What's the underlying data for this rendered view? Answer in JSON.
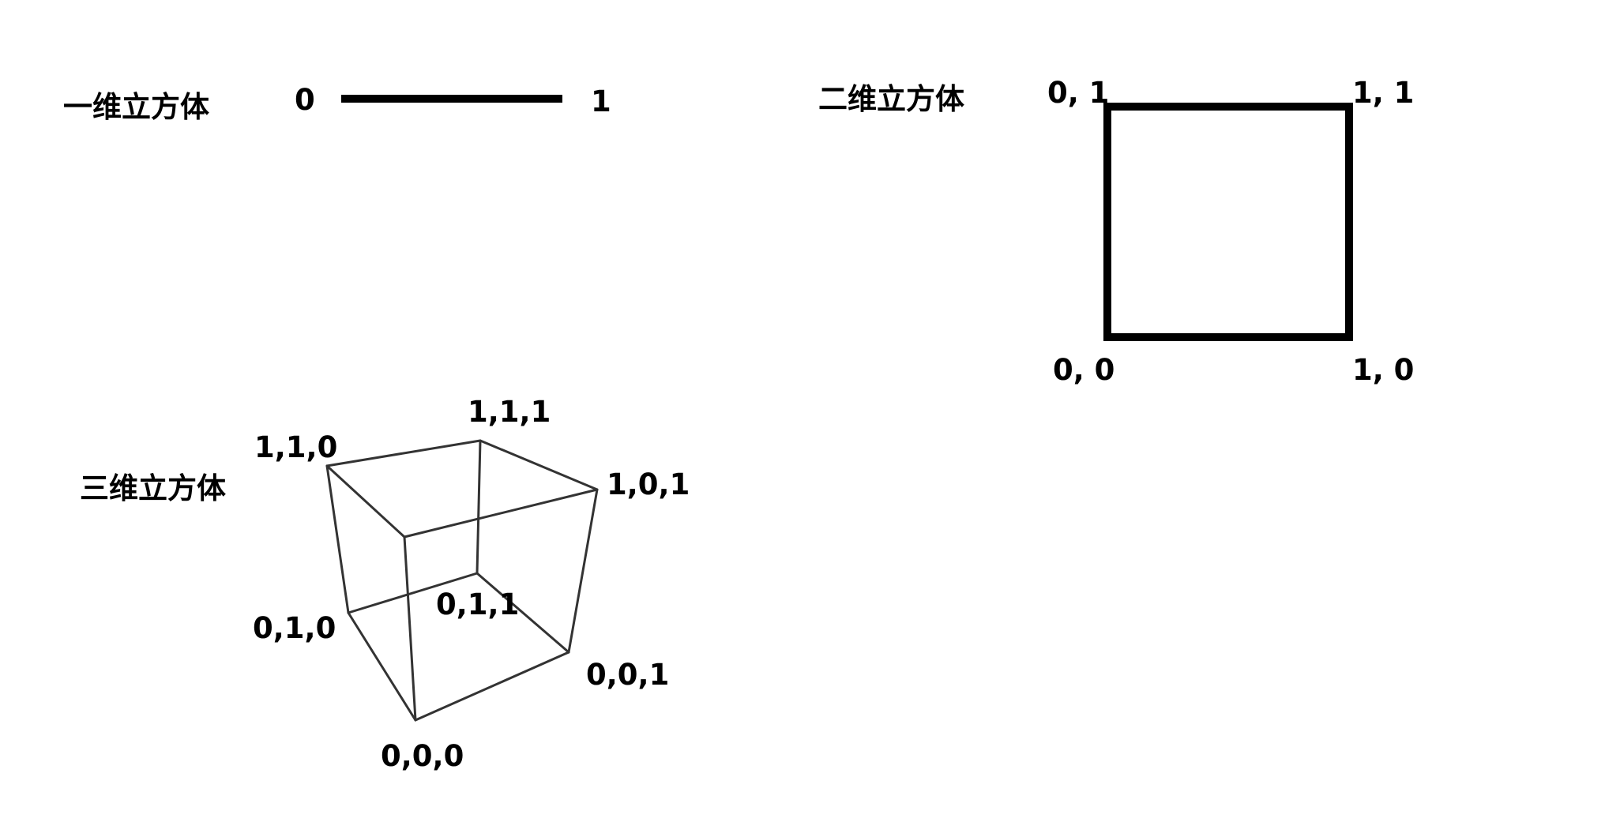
{
  "line_cube": {
    "title": "一维立方体",
    "start_label": "0",
    "end_label": "1"
  },
  "square_cube": {
    "title": "二维立方体",
    "top_left": "0, 1",
    "top_right": "1, 1",
    "bottom_left": "0, 0",
    "bottom_right": "1, 0"
  },
  "solid_cube": {
    "title": "三维立方体",
    "v110": "1,1,0",
    "v111": "1,1,1",
    "v101": "1,0,1",
    "v010": "0,1,0",
    "v011": "0,1,1",
    "v001": "0,0,1",
    "v000": "0,0,0"
  },
  "colors": {
    "stroke": "#000000",
    "thin_stroke": "#333333",
    "background": "#ffffff"
  }
}
